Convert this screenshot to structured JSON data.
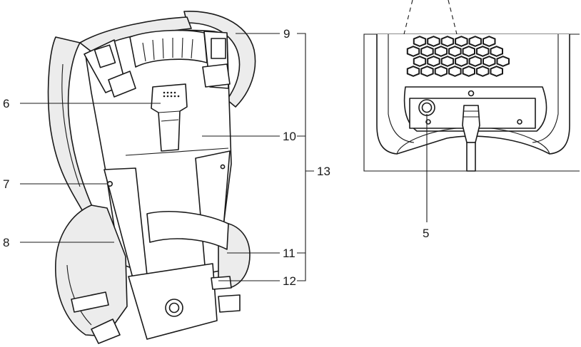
{
  "callouts": {
    "c5": "5",
    "c6": "6",
    "c7": "7",
    "c8": "8",
    "c9": "9",
    "c10": "10",
    "c11": "11",
    "c12": "12",
    "c13": "13"
  }
}
